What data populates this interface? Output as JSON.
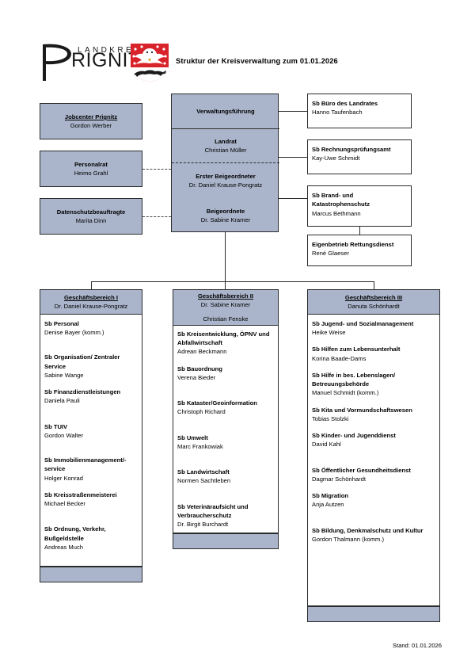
{
  "header": {
    "logo_top_text": "LANDKREIS",
    "logo_main_text": "PRIGNITZ",
    "crest_icon": "prignitz-coat-of-arms",
    "title": "Struktur der Kreisverwaltung zum 01.01.2026"
  },
  "colors": {
    "box_fill": "#aab5cb",
    "box_border": "#2b2b2b",
    "crest_red": "#d8232a",
    "text": "#000000"
  },
  "side_boxes": [
    {
      "title": "Jobcenter Prignitz",
      "name": "Gordon Werber",
      "underline": true,
      "connector": "none"
    },
    {
      "title": "Personalrat",
      "name": "Heimo Grahl",
      "underline": false,
      "connector": "dashed"
    },
    {
      "title": "Datenschutzbeauftragte",
      "name": "Marita Dinn",
      "underline": false,
      "connector": "dashed"
    }
  ],
  "central": [
    {
      "title": "Verwaltungsführung",
      "name": ""
    },
    {
      "title": "Landrat",
      "name": "Christian Müller"
    },
    {
      "title": "Erster Beigeordneter",
      "name": "Dr. Daniel Krause-Pongratz"
    },
    {
      "title": "Beigeordnete",
      "name": "Dr. Sabine Kramer"
    }
  ],
  "right_boxes": [
    {
      "title": "Sb Büro des Landrates",
      "name": "Hanno Taufenbach"
    },
    {
      "title": "Sb  Rechnungsprüfungsamt",
      "name": "Kay-Uwe Schmidt"
    },
    {
      "title": "Sb Brand- und Katastrophenschutz",
      "name": "Marcus Bethmann"
    },
    {
      "title": "Eigenbetrieb Rettungsdienst",
      "name": "René Glaeser"
    }
  ],
  "columns": [
    {
      "heading": "Geschäftsbereich I",
      "lead1": "Dr. Daniel Krause-Pongratz",
      "lead2": "",
      "units": [
        {
          "title": "Sb Personal",
          "name": "Denise Bayer (komm.)"
        },
        {
          "title": "Sb Organisation/ Zentraler Service",
          "name": "Sabine Wange"
        },
        {
          "title": "Sb Finanzdienstleistungen",
          "name": "Daniela Pauli"
        },
        {
          "title": "Sb TUIV",
          "name": "Gordon Walter"
        },
        {
          "title": "Sb Immobilienmanagement/-service",
          "name": "Holger Konrad"
        },
        {
          "title": "Sb Kreisstraßenmeisterei",
          "name": "Michael Becker"
        },
        {
          "title": "Sb Ordnung, Verkehr, Bußgeldstelle",
          "name": "Andreas Much"
        }
      ]
    },
    {
      "heading": "Geschäftsbereich II",
      "lead1": "Dr. Sabine Kramer",
      "lead2": "Christian Fenske",
      "units": [
        {
          "title": "Sb Kreisentwicklung, ÖPNV und Abfallwirtschaft",
          "name": "Adrean Beckmann"
        },
        {
          "title": "Sb Bauordnung",
          "name": "Verena Bieder"
        },
        {
          "title": "Sb Kataster/Geoinformation",
          "name": "Christoph Richard"
        },
        {
          "title": "Sb Umwelt",
          "name": "Marc Frankowiak"
        },
        {
          "title": "Sb Landwirtschaft",
          "name": "Normen Sachtleben"
        },
        {
          "title": "Sb Veterinäraufsicht und Verbraucherschutz",
          "name": "Dr. Birgit Burchardt"
        }
      ]
    },
    {
      "heading": "Geschäftsbereich III",
      "lead1": "Danuta Schönhardt",
      "lead2": "",
      "units": [
        {
          "title": "Sb Jugend- und Sozialmanagement",
          "name": "Heike Weise"
        },
        {
          "title": "Sb Hilfen zum Lebensunterhalt",
          "name": "Korina Baade-Dams"
        },
        {
          "title": "Sb Hilfe in bes. Lebenslagen/ Betreuungsbehörde",
          "name": "Manuel Schmidt (komm.)"
        },
        {
          "title": "Sb Kita und Vormundschaftswesen",
          "name": "Tobias Stolzki"
        },
        {
          "title": "Sb Kinder- und Jugenddienst",
          "name": "David Kahl"
        },
        {
          "title": "Sb Öffentlicher Gesundheitsdienst",
          "name": "Dagmar Schönhardt"
        },
        {
          "title": "Sb Migration",
          "name": "Anja Autzen"
        },
        {
          "title": "Sb Bildung, Denkmalschutz und Kultur",
          "name": " Gordon Thalmann (komm.)"
        }
      ]
    }
  ],
  "footer": {
    "stand": "Stand: 01.01.2026"
  }
}
